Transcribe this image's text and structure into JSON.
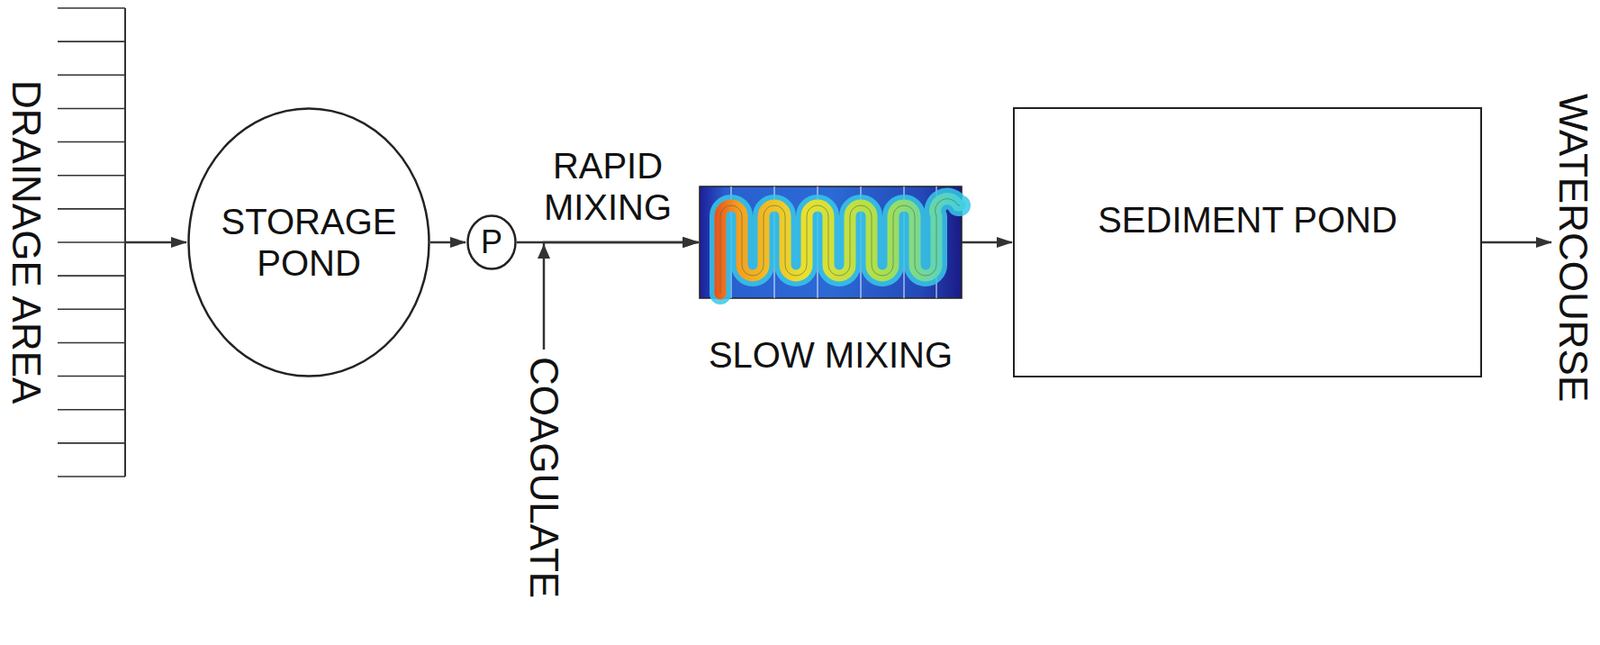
{
  "diagram": {
    "nodes": [
      {
        "text": [
          "DRAINAGE AREA"
        ]
      },
      {
        "text": [
          "STORAGE POND"
        ]
      },
      {
        "text": [
          "P"
        ]
      },
      {
        "text": [
          "SLOW MIXING"
        ]
      },
      {
        "text": [
          "SEDIMENT POND"
        ]
      },
      {
        "text": [
          "WATERCOURSE"
        ]
      },
      {
        "text": [
          "COAGULATE"
        ]
      }
    ],
    "edges": [
      {
        "from": 0,
        "to": 1,
        "arrow": "to"
      },
      {
        "from": 1,
        "to": 2,
        "arrow": "to"
      },
      {
        "from": 2,
        "to": 3,
        "arrow": "to",
        "label": "RAPID MIXING"
      },
      {
        "from": 6,
        "to": 3,
        "arrow": "to"
      },
      {
        "from": 3,
        "to": 4,
        "arrow": "to"
      },
      {
        "from": 4,
        "to": 5,
        "arrow": "to"
      }
    ]
  }
}
